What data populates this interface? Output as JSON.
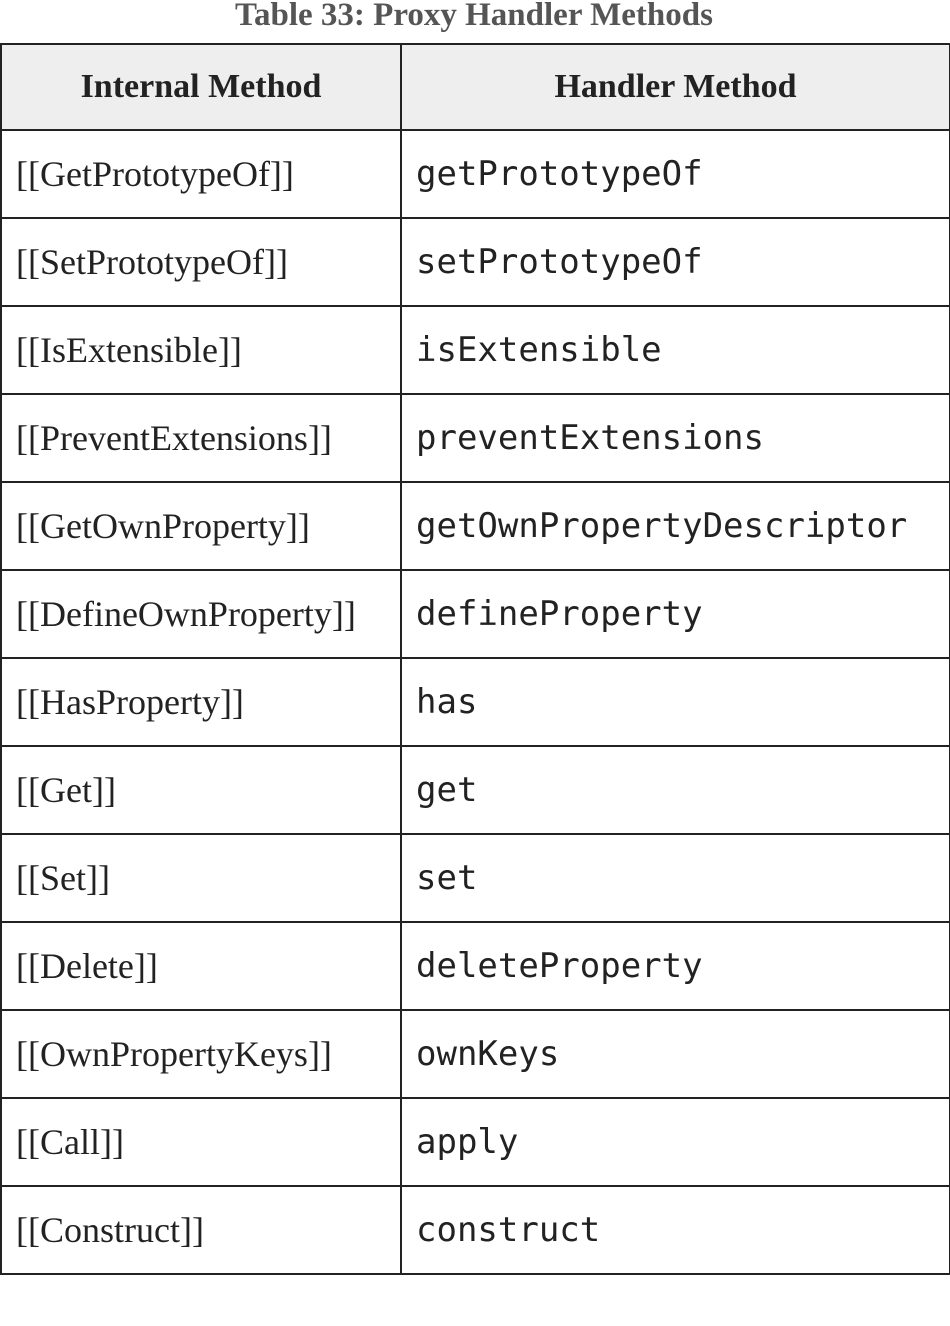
{
  "caption": "Table 33: Proxy Handler Methods",
  "columns": {
    "internal": "Internal Method",
    "handler": "Handler Method"
  },
  "rows": [
    {
      "internal": "[[GetPrototypeOf]]",
      "handler": "getPrototypeOf"
    },
    {
      "internal": "[[SetPrototypeOf]]",
      "handler": "setPrototypeOf"
    },
    {
      "internal": "[[IsExtensible]]",
      "handler": "isExtensible"
    },
    {
      "internal": "[[PreventExtensions]]",
      "handler": "preventExtensions"
    },
    {
      "internal": "[[GetOwnProperty]]",
      "handler": "getOwnPropertyDescriptor"
    },
    {
      "internal": "[[DefineOwnProperty]]",
      "handler": "defineProperty"
    },
    {
      "internal": "[[HasProperty]]",
      "handler": "has"
    },
    {
      "internal": "[[Get]]",
      "handler": "get"
    },
    {
      "internal": "[[Set]]",
      "handler": "set"
    },
    {
      "internal": "[[Delete]]",
      "handler": "deleteProperty"
    },
    {
      "internal": "[[OwnPropertyKeys]]",
      "handler": "ownKeys"
    },
    {
      "internal": "[[Call]]",
      "handler": "apply"
    },
    {
      "internal": "[[Construct]]",
      "handler": "construct"
    }
  ],
  "colors": {
    "header_background": "#eeeeee",
    "border": "#222222",
    "caption_text": "#555555"
  }
}
